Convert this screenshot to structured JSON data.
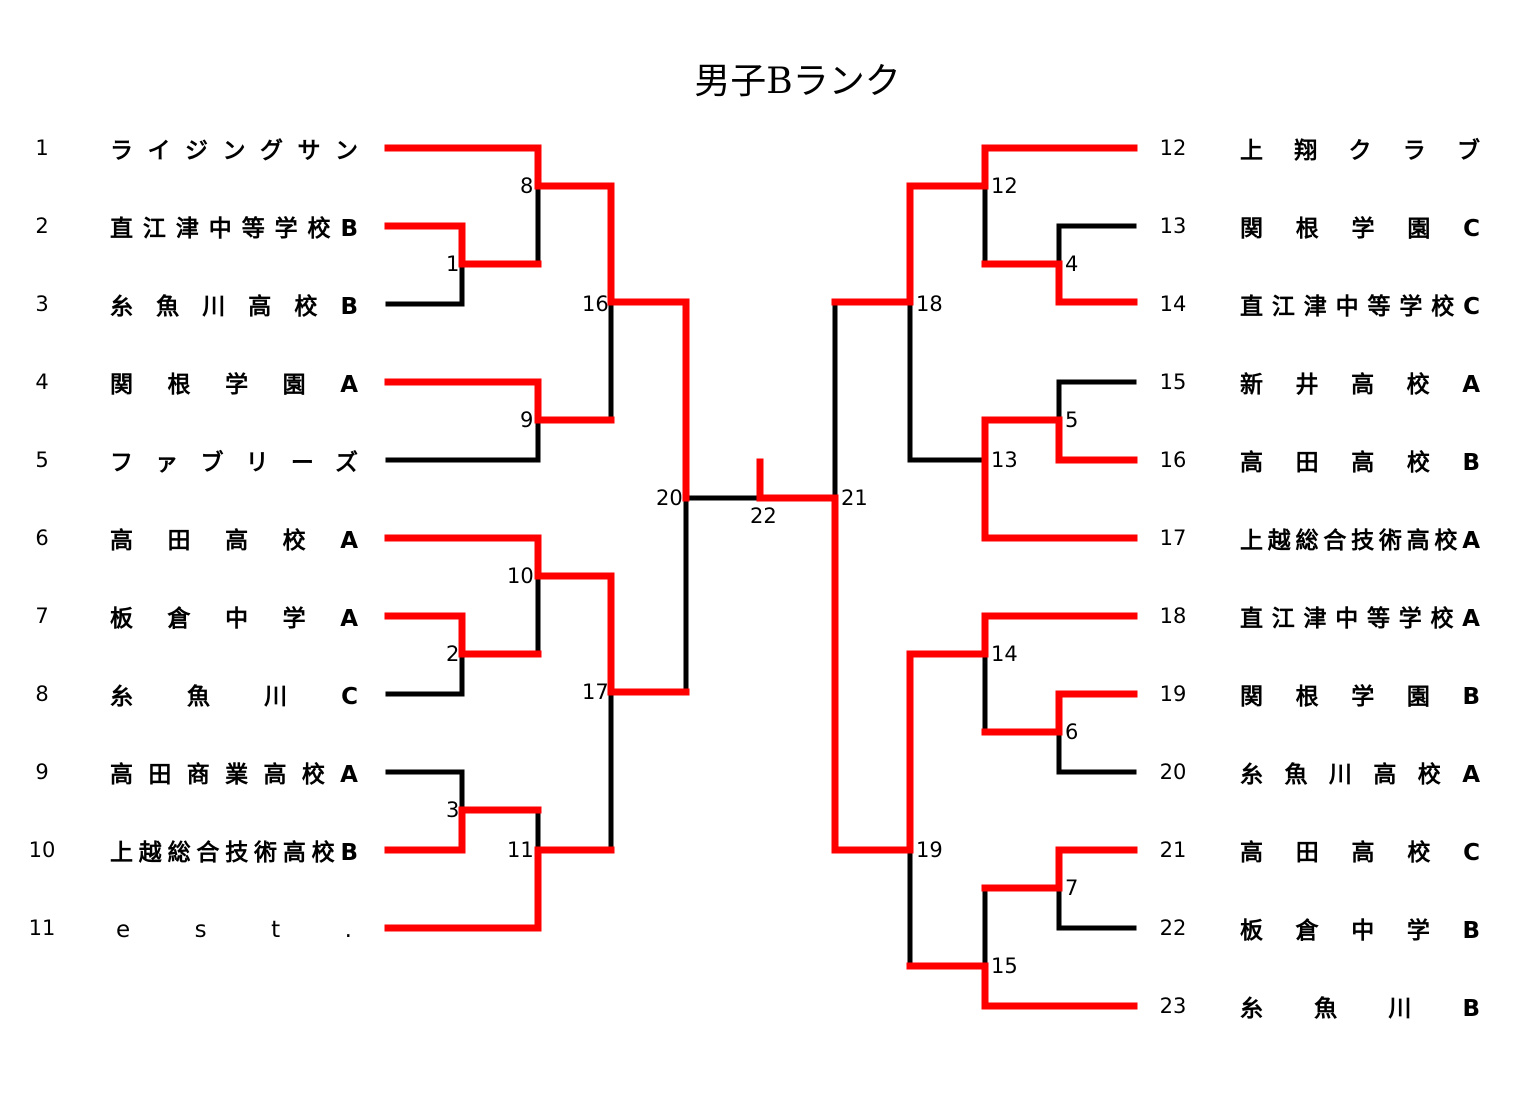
{
  "title": "男子Bランク",
  "colors": {
    "winner": "#ff0000",
    "loser": "#000000"
  },
  "left_teams": [
    {
      "seed": "1",
      "name": "ライジングサン"
    },
    {
      "seed": "2",
      "name": "直江津中等学校B"
    },
    {
      "seed": "3",
      "name": "糸魚川高校B"
    },
    {
      "seed": "4",
      "name": "関根学園A"
    },
    {
      "seed": "5",
      "name": "ファブリーズ"
    },
    {
      "seed": "6",
      "name": "高田高校A"
    },
    {
      "seed": "7",
      "name": "板倉中学A"
    },
    {
      "seed": "8",
      "name": "糸魚川C"
    },
    {
      "seed": "9",
      "name": "高田商業高校A"
    },
    {
      "seed": "10",
      "name": "上越総合技術高校B"
    },
    {
      "seed": "11",
      "name": "est."
    }
  ],
  "right_teams": [
    {
      "seed": "12",
      "name": "上翔クラブ"
    },
    {
      "seed": "13",
      "name": "関根学園C"
    },
    {
      "seed": "14",
      "name": "直江津中等学校C"
    },
    {
      "seed": "15",
      "name": "新井高校A"
    },
    {
      "seed": "16",
      "name": "高田高校B"
    },
    {
      "seed": "17",
      "name": "上越総合技術高校A"
    },
    {
      "seed": "18",
      "name": "直江津中等学校A"
    },
    {
      "seed": "19",
      "name": "関根学園B"
    },
    {
      "seed": "20",
      "name": "糸魚川高校A"
    },
    {
      "seed": "21",
      "name": "高田高校C"
    },
    {
      "seed": "22",
      "name": "板倉中学B"
    },
    {
      "seed": "23",
      "name": "糸魚川B"
    }
  ],
  "matches": [
    "1",
    "2",
    "3",
    "4",
    "5",
    "6",
    "7",
    "8",
    "9",
    "10",
    "11",
    "12",
    "13",
    "14",
    "15",
    "16",
    "17",
    "18",
    "19",
    "20",
    "21",
    "22"
  ]
}
